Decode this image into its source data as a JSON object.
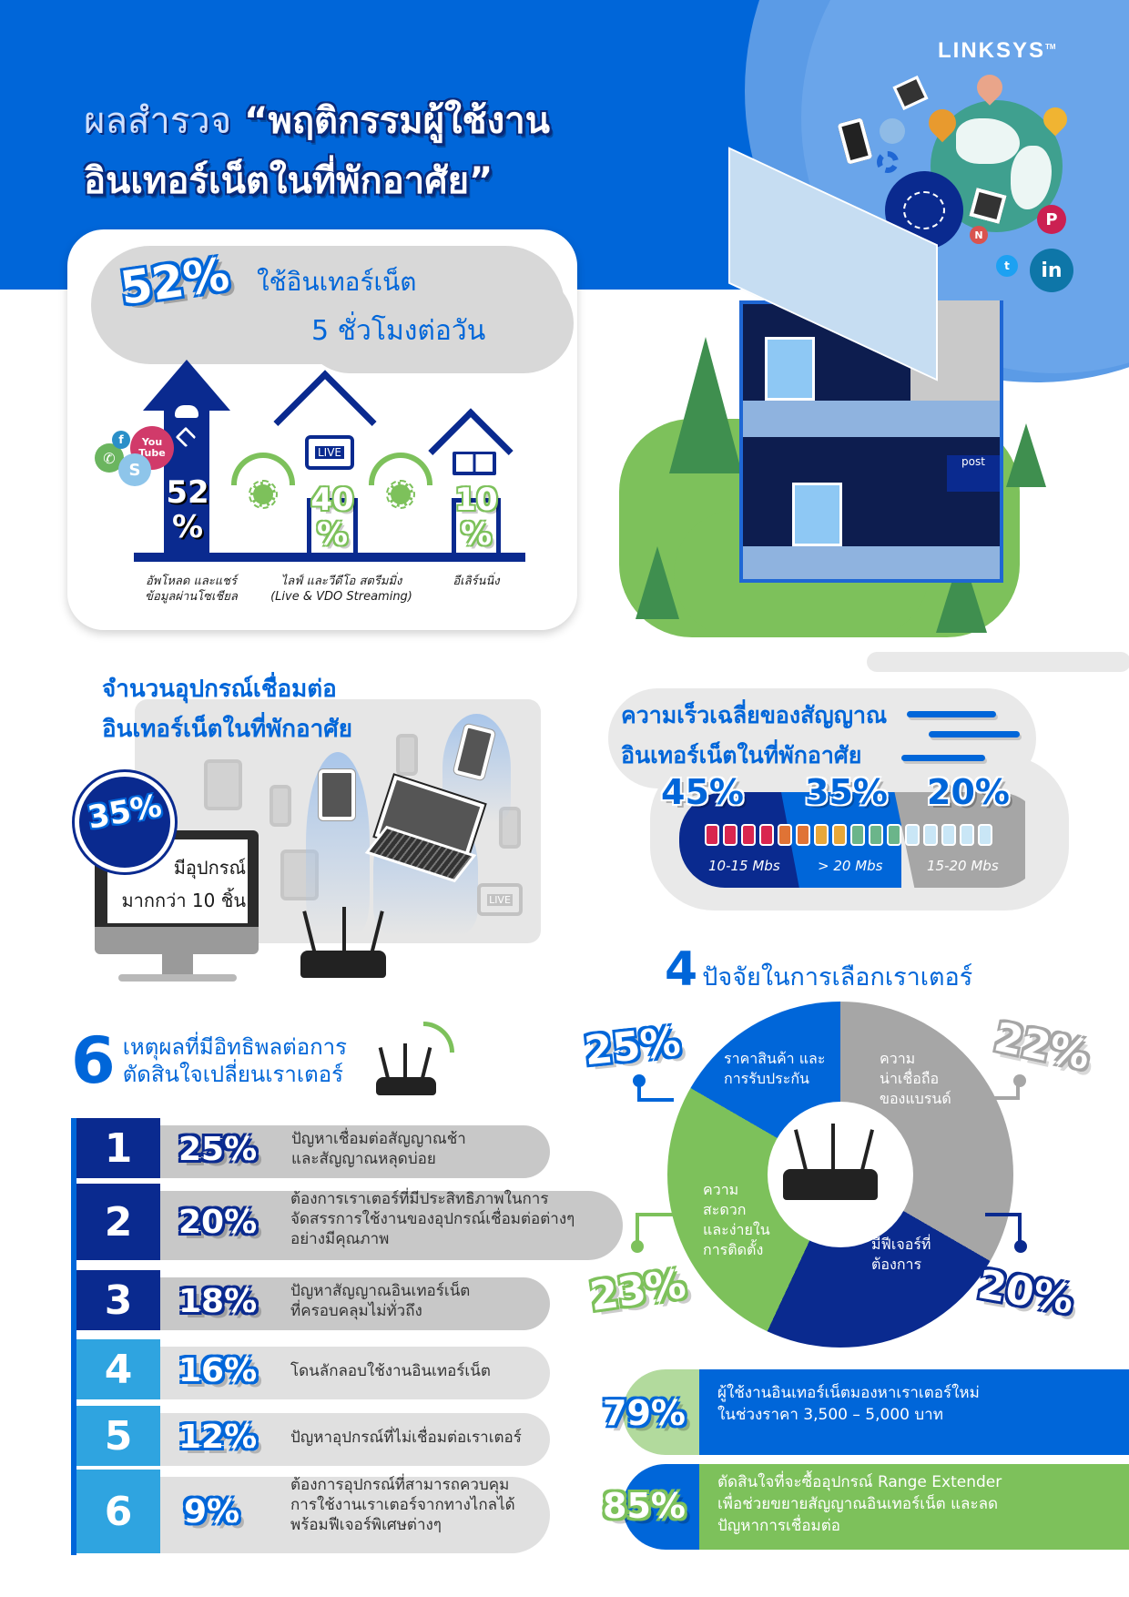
{
  "brand": {
    "logo": "LINKSYS",
    "trademark": "TM"
  },
  "title": {
    "lead": "ผลสำรวจ",
    "line1": "“พฤติกรรมผู้ใช้งาน",
    "line2": "อินเทอร์เน็ตในที่พักอาศัย”"
  },
  "usage": {
    "headline_pct": "52%",
    "headline_line1": "ใช้อินเทอร์เน็ต",
    "headline_line2": "5 ชั่วโมงต่อวัน",
    "categories": [
      {
        "pct_num": "52",
        "pct_sign": "%",
        "label_line1": "อัพโหลด และแชร์",
        "label_line2": "ข้อมูลผ่านโซเชียล",
        "icon": "upload-share-icon"
      },
      {
        "pct_num": "40",
        "pct_sign": "%",
        "label_line1": "ไลฟ์ และวีดีโอ สตรีมมิ่ง",
        "label_line2": "(Live & VDO Streaming)",
        "icon": "live-tv-icon",
        "tv_text": "LIVE"
      },
      {
        "pct_num": "10",
        "pct_sign": "%",
        "label_line1": "อีเลิร์นนิ่ง",
        "label_line2": "",
        "icon": "open-book-icon"
      }
    ],
    "social_icons": [
      "facebook-icon",
      "youtube-icon",
      "phone-icon",
      "skype-icon"
    ],
    "youtube_text": "You Tube"
  },
  "devices": {
    "title_line1": "จำนวนอุปกรณ์เชื่อมต่อ",
    "title_line2": "อินเทอร์เน็ตในที่พักอาศัย",
    "badge_pct": "35%",
    "text_line1": "มีอุปกรณ์",
    "text_line2": "มากกว่า 10 ชิ้น",
    "tv_text": "LIVE"
  },
  "speed": {
    "title_line1": "ความเร็วเฉลี่ยของสัญญาณ",
    "title_line2": "อินเทอร์เน็ตในที่พักอาศัย",
    "segments": [
      {
        "pct": "45%",
        "label": "10-15 Mbs",
        "color": "#0a2a8f"
      },
      {
        "pct": "35%",
        "label": "> 20 Mbs",
        "color": "#0066d9"
      },
      {
        "pct": "20%",
        "label": "15-20 Mbs",
        "color": "#a6a6a6"
      }
    ],
    "cell_colors": [
      "#d9264f",
      "#d9264f",
      "#d9264f",
      "#d9264f",
      "#e07335",
      "#e07335",
      "#e8a73a",
      "#e8a73a",
      "#6bb58a",
      "#6bb58a",
      "#6bb58a",
      "#c9e6f6",
      "#c9e6f6",
      "#c9e6f6",
      "#c9e6f6",
      "#c9e6f6"
    ]
  },
  "factors": {
    "title_num": "4",
    "title_text": "ปัจจัยในการเลือกเราเตอร์",
    "items": [
      {
        "pct": "25%",
        "label": "ราคาสินค้า และ การรับประกัน",
        "color": "#0066d9"
      },
      {
        "pct": "22%",
        "label": "ความ น่าเชื่อถือ ของแบรนด์",
        "color": "#a6a6a6"
      },
      {
        "pct": "20%",
        "label": "มีฟีเจอร์ที่ ต้องการ",
        "color": "#0a2a8f"
      },
      {
        "pct": "23%",
        "label": "ความ สะดวก และง่ายใน การติดตั้ง",
        "color": "#7dc15b"
      }
    ],
    "labels_lines": {
      "price": [
        "ราคาสินค้า และ",
        "การรับประกัน"
      ],
      "brand": [
        "ความ",
        "น่าเชื่อถือ",
        "ของแบรนด์"
      ],
      "features": [
        "มีฟีเจอร์ที่",
        "ต้องการ"
      ],
      "ease": [
        "ความ",
        "สะดวก",
        "และง่ายใน",
        "การติดตั้ง"
      ]
    }
  },
  "reasons": {
    "title_num": "6",
    "title_line1": "เหตุผลที่มีอิทธิพลต่อการ",
    "title_line2": "ตัดสินใจเปลี่ยนเราเตอร์",
    "items": [
      {
        "rank": "1",
        "pct": "25%",
        "lines": [
          "ปัญหาเชื่อมต่อสัญญาณช้า",
          "และสัญญาณหลุดบ่อย"
        ]
      },
      {
        "rank": "2",
        "pct": "20%",
        "lines": [
          "ต้องการเราเตอร์ที่มีประสิทธิภาพในการ",
          "จัดสรรการใช้งานของอุปกรณ์เชื่อมต่อต่างๆ",
          "อย่างมีคุณภาพ"
        ]
      },
      {
        "rank": "3",
        "pct": "18%",
        "lines": [
          "ปัญหาสัญญาณอินเทอร์เน็ต",
          "ที่ครอบคลุมไม่ทั่วถึง"
        ]
      },
      {
        "rank": "4",
        "pct": "16%",
        "lines": [
          "โดนลักลอบใช้งานอินเทอร์เน็ต"
        ]
      },
      {
        "rank": "5",
        "pct": "12%",
        "lines": [
          "ปัญหาอุปกรณ์ที่ไม่เชื่อมต่อเราเตอร์"
        ]
      },
      {
        "rank": "6",
        "pct": "9%",
        "lines": [
          "ต้องการอุปกรณ์ที่สามารถควบคุม",
          "การใช้งานเราเตอร์จากทางไกลได้",
          "พร้อมฟีเจอร์พิเศษต่างๆ"
        ]
      }
    ]
  },
  "stats": [
    {
      "pct": "79%",
      "line1": "ผู้ใช้งานอินเทอร์เน็ตมองหาเราเตอร์ใหม่",
      "line2": "ในช่วงราคา 3,500 – 5,000 บาท",
      "line3": ""
    },
    {
      "pct": "85%",
      "line1": "ตัดสินใจที่จะซื้ออุปกรณ์ Range Extender",
      "line2": "เพื่อช่วยขยายสัญญาณอินเทอร์เน็ต และลด",
      "line3": "ปัญหาการเชื่อมต่อ"
    }
  ],
  "illustration": {
    "post_sign": "post"
  },
  "colors": {
    "brand_blue": "#0066d9",
    "navy": "#0a2a8f",
    "green": "#7dc15b",
    "gray": "#a6a6a6",
    "light_blue": "#2fa4e0"
  }
}
